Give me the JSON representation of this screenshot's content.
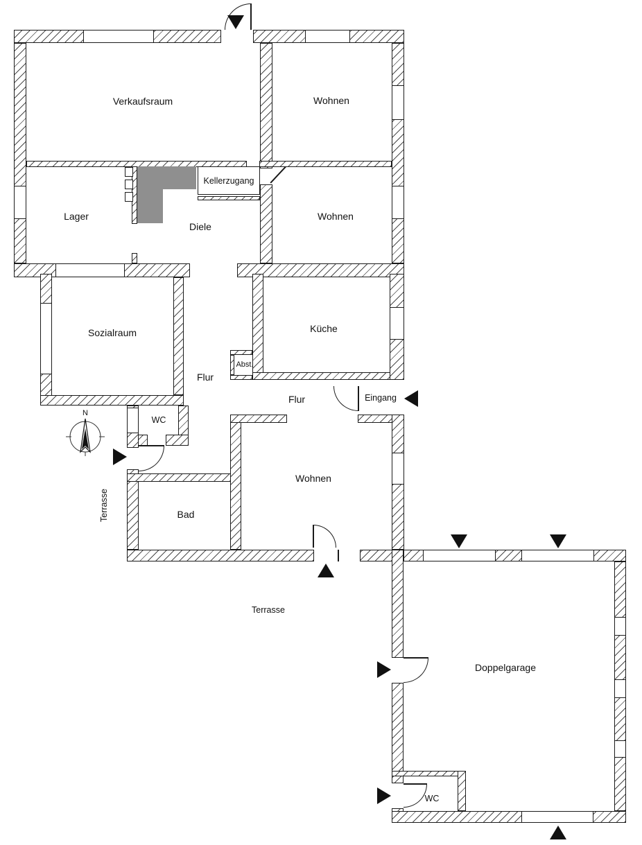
{
  "rooms": {
    "verkaufsraum": "Verkaufsraum",
    "wohnen_top": "Wohnen",
    "lager": "Lager",
    "kellerzugang": "Kellerzugang",
    "diele": "Diele",
    "wohnen_mid": "Wohnen",
    "sozialraum": "Sozialraum",
    "kueche": "Küche",
    "flur_vertical": "Flur",
    "abst": "Abst.",
    "flur_horizontal": "Flur",
    "eingang": "Eingang",
    "wc_house": "WC",
    "bad": "Bad",
    "wohnen_bottom": "Wohnen",
    "doppelgarage": "Doppelgarage",
    "wc_garage": "WC"
  },
  "outdoor": {
    "terrasse_west": "Terrasse",
    "terrasse_south": "Terrasse"
  },
  "compass": {
    "north_label": "N"
  },
  "icons": {
    "entrance_marker": "filled-black-triangle",
    "compass_rose": "north-arrow-in-circle",
    "staircase": "gray-l-shaped-area"
  },
  "colors": {
    "line": "#1a1a1a",
    "stair_fill": "#8f8f8f",
    "hatch": "#4a4a4a",
    "background": "#ffffff"
  }
}
